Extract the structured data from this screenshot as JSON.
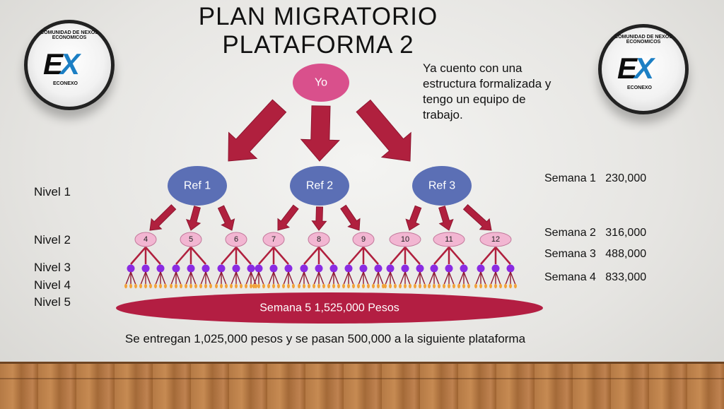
{
  "title": {
    "line1": "PLAN MIGRATORIO",
    "line2": "PLATAFORMA 2"
  },
  "note": "Ya cuento con una estructura formalizada y tengo un equipo de trabajo.",
  "logo": {
    "ring_text": "COMUNIDAD DE NEXOS ECONOMICOS",
    "mark": "EX",
    "mark_e": "E",
    "mark_x": "X",
    "sub": "ECONEXO"
  },
  "root": {
    "label": "Yo"
  },
  "refs": [
    {
      "label": "Ref 1"
    },
    {
      "label": "Ref 2"
    },
    {
      "label": "Ref 3"
    }
  ],
  "level2": [
    "4",
    "5",
    "6",
    "7",
    "8",
    "9",
    "10",
    "11",
    "12"
  ],
  "levels": [
    "Nivel 1",
    "Nivel 2",
    "Nivel 3",
    "Nivel 4",
    "Nivel 5"
  ],
  "weeks": [
    {
      "label": "Semana 1",
      "amount": "230,000"
    },
    {
      "label": "Semana 2",
      "amount": "316,000"
    },
    {
      "label": "Semana 3",
      "amount": "488,000"
    },
    {
      "label": "Semana 4",
      "amount": "833,000"
    }
  ],
  "week5": {
    "label": "Semana 5",
    "amount": "1,525,000 Pesos"
  },
  "footer": "Se entregan 1,025,000 pesos y se pasan 500,000 a la siguiente plataforma",
  "colors": {
    "root": "#d9508c",
    "ref": "#5b6fb5",
    "level2": "#f2b6d2",
    "level3": "#8a2be2",
    "arrow": "#b0203e",
    "base": "#b31e42",
    "level4": "#f2a33a"
  },
  "icons": {
    "floor": "wood-floor",
    "logo": "ex-logo"
  }
}
